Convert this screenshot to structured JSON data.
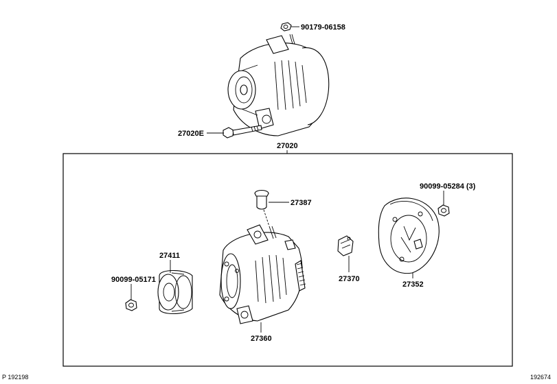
{
  "diagram": {
    "parts": {
      "nut_top": "90179-06158",
      "bolt": "27020E",
      "assembly": "27020",
      "nut_right": "90099-05284 (3)",
      "cap": "27387",
      "pulley": "27411",
      "nut_pulley": "90099-05171",
      "brush_holder": "27370",
      "rear_cover": "27352",
      "rotor_body": "27360"
    },
    "corner_left": "P 192198",
    "corner_right": "192674"
  }
}
